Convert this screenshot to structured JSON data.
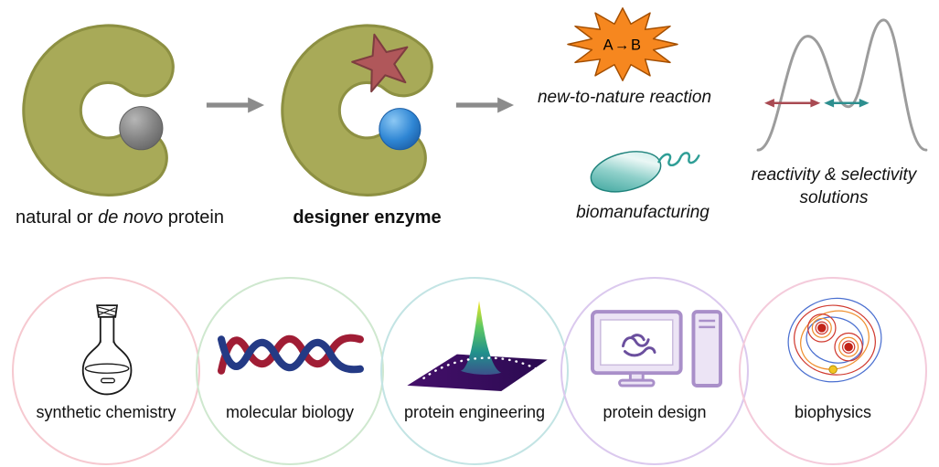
{
  "colors": {
    "protein_body": "#a8aa58",
    "protein_edge": "#8d9042",
    "substrate_gray": "#7b7b7b",
    "substrate_blue": "#2a7fd0",
    "star_red": "#b0575a",
    "arrow_gray": "#8b8b8b",
    "starburst_orange": "#f6871f",
    "bacterium_teal": "#2f9e96",
    "landscape_gray": "#9c9c9c",
    "arrow_red": "#a94a52",
    "arrow_teal": "#2d8f8f"
  },
  "top": {
    "protein_label": {
      "pre": "natural or ",
      "italic": "de novo",
      "post": " protein"
    },
    "enzyme_label": "designer enzyme",
    "starburst_text": "A→B",
    "reaction_label": "new-to-nature reaction",
    "biomanufacturing_label": "biomanufacturing",
    "landscape_label_line1": "reactivity & selectivity",
    "landscape_label_line2": "solutions"
  },
  "bottom": {
    "circles": [
      {
        "label": "synthetic chemistry",
        "icon": "flask-icon",
        "border_color": "#f6c9d0"
      },
      {
        "label": "molecular biology",
        "icon": "dna-helix-icon",
        "border_color": "#cfe8cf"
      },
      {
        "label": "protein engineering",
        "icon": "fitness-landscape-icon",
        "border_color": "#c3e4e4"
      },
      {
        "label": "protein design",
        "icon": "computer-icon",
        "border_color": "#dbc9ee"
      },
      {
        "label": "biophysics",
        "icon": "contour-plot-icon",
        "border_color": "#f4cbdb"
      }
    ]
  }
}
